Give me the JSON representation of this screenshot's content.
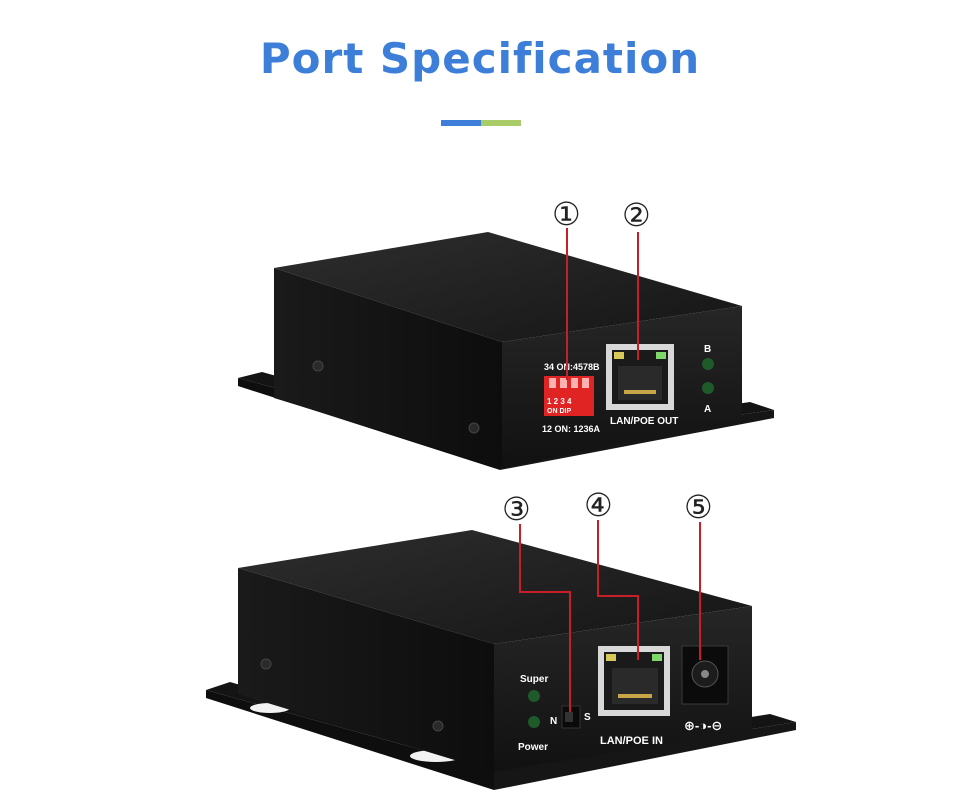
{
  "header": {
    "title": "Port Specification"
  },
  "colors": {
    "title": "#3d7fd8",
    "accent_left": "#3d7fd8",
    "accent_right": "#a9cc68",
    "device_body": "#1b1b1b",
    "callout_line": "#c81e28",
    "dip_switch": "#e02424",
    "led": "#1e5a2a"
  },
  "top_device": {
    "callouts": [
      "①",
      "②"
    ],
    "dip_labels": {
      "top": "34 ON:4578B",
      "numbers": "1  2  3  4",
      "on_dip": "ON   DIP",
      "bottom": "12  ON: 1236A"
    },
    "port_label": "LAN/POE OUT",
    "led_labels": [
      "B",
      "A"
    ]
  },
  "bottom_device": {
    "callouts": [
      "③",
      "④",
      "⑤"
    ],
    "led_labels": [
      "Super",
      "Power"
    ],
    "switch_labels": [
      "N",
      "S"
    ],
    "port_label": "LAN/POE IN",
    "power_symbol": "⊕-◑-⊖"
  }
}
